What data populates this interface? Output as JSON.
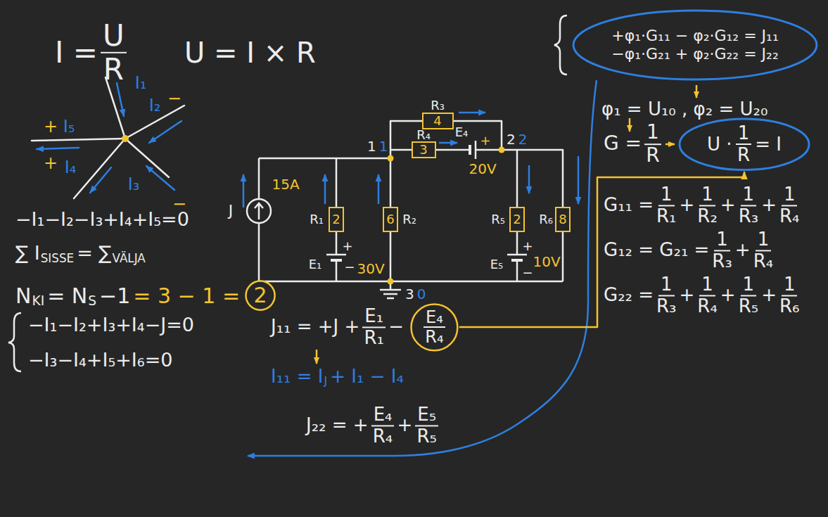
{
  "diagram": {
    "nodes": [
      {
        "text": [
          "+φ₁·G₁₁ − φ₂·G₁₂ = J₁₁",
          "−φ₁·G₂₁ + φ₂·G₂₂ = J₂₂"
        ]
      },
      {
        "text": [
          "U ·",
          "1",
          "R",
          "= I"
        ]
      },
      {
        "text": [
          "E₄",
          "R₄"
        ]
      },
      {
        "text": [
          "2"
        ]
      },
      {
        "text": [
          "4"
        ]
      },
      {
        "text": [
          "3"
        ]
      },
      {
        "text": [
          "2"
        ]
      },
      {
        "text": [
          "6"
        ]
      },
      {
        "text": [
          "2"
        ]
      },
      {
        "text": [
          "8"
        ]
      }
    ],
    "edges": [
      {
        "from": 2,
        "to": 1,
        "arrow": "to"
      }
    ],
    "labels": [
      "I =",
      "U",
      "R",
      "U = I × R",
      "+",
      "I₅",
      "I₁",
      "I₂",
      "−",
      "+",
      "I₄",
      "I₃",
      "−",
      "−I₁−I₂−I₃+I₄+I₅=0",
      "∑ I",
      "SISSE",
      "= ∑",
      "VÄLJA",
      "N",
      "KI",
      "= N",
      "S",
      "−1",
      "= 3 − 1 =",
      "−I₁−I₂+I₃+I₄−J=0",
      "−I₃−I₄+I₅+I₆=0",
      "R₃",
      "1",
      "1",
      "R₄",
      "E₄",
      "+",
      "20V",
      "2",
      "2",
      "J",
      "15A",
      "R₁",
      "+",
      "E₁",
      "−",
      "30V",
      "R₂",
      "R₅",
      "R₆",
      "+",
      "E₅",
      "10V",
      "−",
      "3",
      "0",
      "J₁₁ = +J +",
      "E₁",
      "R₁",
      "−",
      "I₁₁ = I",
      "J",
      "+ I₁ − I₄",
      "J₂₂ = +",
      "E₄",
      "R₄",
      "+",
      "E₅",
      "R₅",
      "φ₁ = U₁₀ , φ₂ = U₂₀",
      "G =",
      "1",
      "R",
      "G₁₁ =",
      "1",
      "R₁",
      "+",
      "1",
      "R₂",
      "+",
      "1",
      "R₃",
      "+",
      "1",
      "R₄",
      "G₁₂ = G₂₁ =",
      "1",
      "R₃",
      "+",
      "1",
      "R₄",
      "G₂₂ =",
      "1",
      "R₃",
      "+",
      "1",
      "R₄",
      "+",
      "1",
      "R₅",
      "+",
      "1",
      "R₆"
    ]
  }
}
